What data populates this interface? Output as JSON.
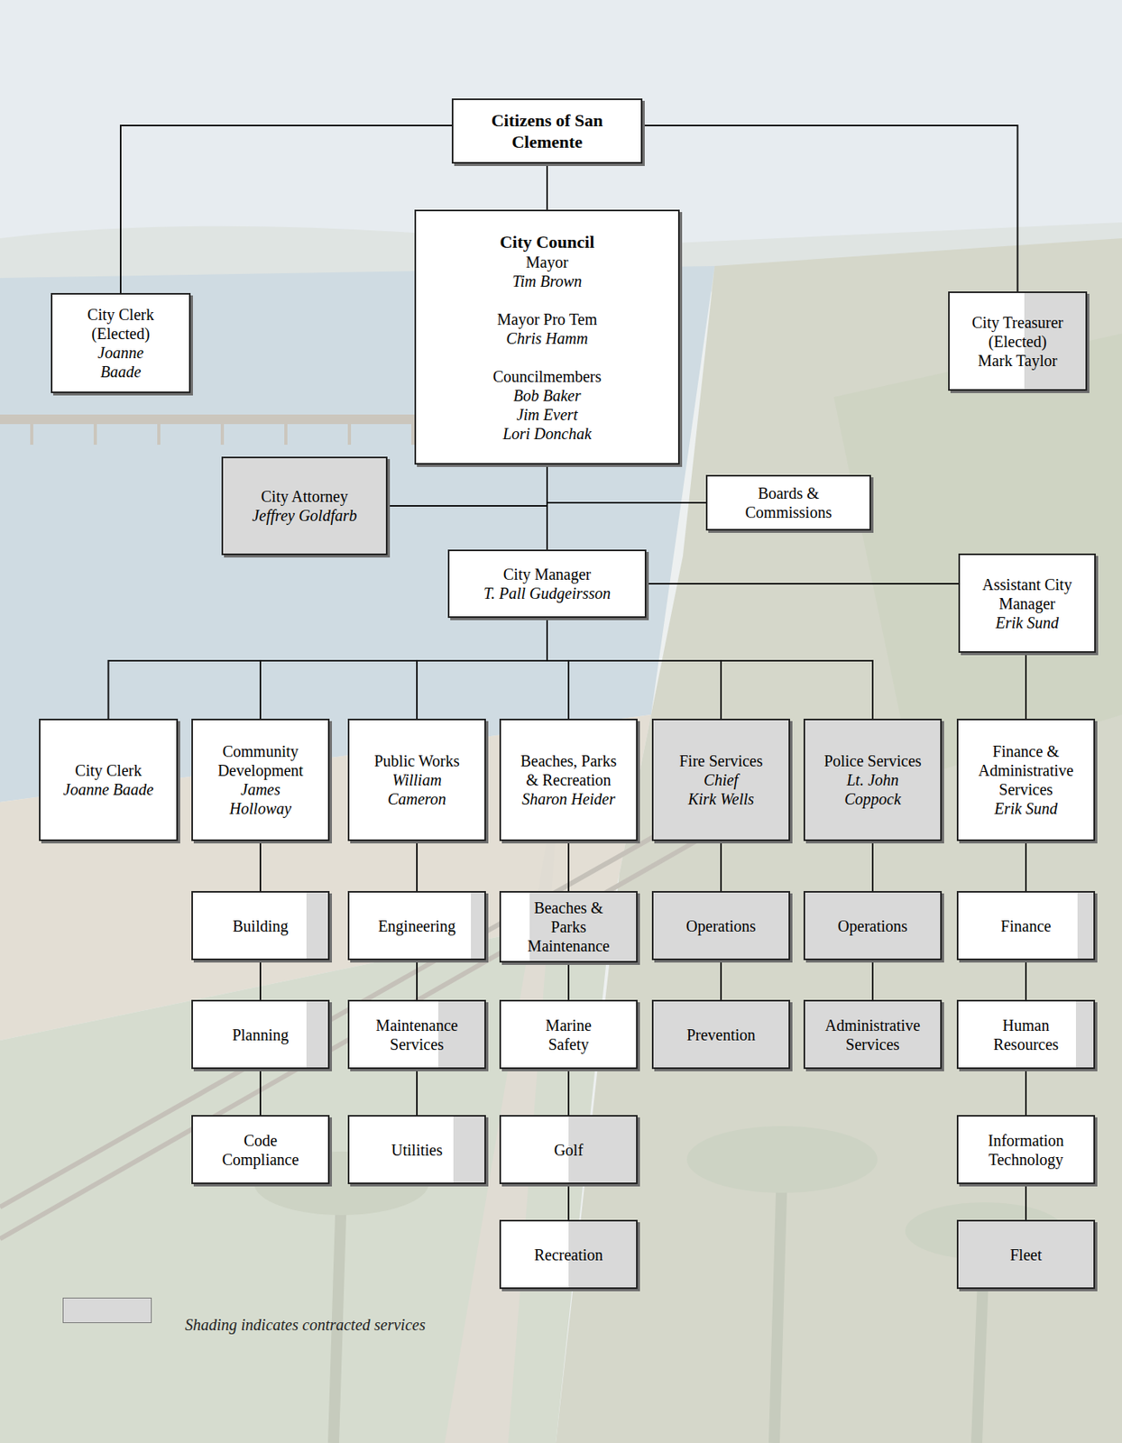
{
  "diagram": {
    "nodes": [
      {
        "text": [
          "Citizens of San Clemente"
        ]
      },
      {
        "text": [
          "City Clerk (Elected)",
          "Joanne Baade"
        ]
      },
      {
        "text": [
          "City Council",
          "Mayor",
          "Tim Brown",
          "Mayor Pro Tem",
          "Chris Hamm",
          "Councilmembers",
          "Bob Baker",
          "Jim Evert",
          "Lori Donchak"
        ]
      },
      {
        "text": [
          "City Treasurer (Elected)",
          "Mark Taylor"
        ]
      },
      {
        "text": [
          "City Attorney",
          "Jeffrey Goldfarb"
        ]
      },
      {
        "text": [
          "Boards & Commissions"
        ]
      },
      {
        "text": [
          "City Manager",
          "T. Pall Gudgeirsson"
        ]
      },
      {
        "text": [
          "Assistant City Manager",
          "Erik Sund"
        ]
      },
      {
        "text": [
          "City Clerk",
          "Joanne Baade"
        ]
      },
      {
        "text": [
          "Community Development",
          "James Holloway"
        ]
      },
      {
        "text": [
          "Public Works",
          "William Cameron"
        ]
      },
      {
        "text": [
          "Beaches, Parks & Recreation",
          "Sharon Heider"
        ]
      },
      {
        "text": [
          "Fire Services",
          "Chief",
          "Kirk Wells"
        ]
      },
      {
        "text": [
          "Police Services",
          "Lt. John Coppock"
        ]
      },
      {
        "text": [
          "Finance & Administrative Services",
          "Erik Sund"
        ]
      },
      {
        "text": [
          "Building"
        ]
      },
      {
        "text": [
          "Planning"
        ]
      },
      {
        "text": [
          "Code Compliance"
        ]
      },
      {
        "text": [
          "Engineering"
        ]
      },
      {
        "text": [
          "Maintenance Services"
        ]
      },
      {
        "text": [
          "Utilities"
        ]
      },
      {
        "text": [
          "Beaches & Parks Maintenance"
        ]
      },
      {
        "text": [
          "Marine Safety"
        ]
      },
      {
        "text": [
          "Golf"
        ]
      },
      {
        "text": [
          "Recreation"
        ]
      },
      {
        "text": [
          "Operations"
        ]
      },
      {
        "text": [
          "Prevention"
        ]
      },
      {
        "text": [
          "Operations"
        ]
      },
      {
        "text": [
          "Administrative Services"
        ]
      },
      {
        "text": [
          "Finance"
        ]
      },
      {
        "text": [
          "Human Resources"
        ]
      },
      {
        "text": [
          "Information Technology"
        ]
      },
      {
        "text": [
          "Fleet"
        ]
      }
    ],
    "edges": [
      {
        "from": 0,
        "to": 1,
        "arrow": "none"
      },
      {
        "from": 0,
        "to": 2,
        "arrow": "none"
      },
      {
        "from": 0,
        "to": 3,
        "arrow": "none"
      },
      {
        "from": 2,
        "to": 4,
        "arrow": "none"
      },
      {
        "from": 2,
        "to": 5,
        "arrow": "none"
      },
      {
        "from": 2,
        "to": 6,
        "arrow": "none"
      },
      {
        "from": 6,
        "to": 7,
        "arrow": "none"
      },
      {
        "from": 6,
        "to": 8,
        "arrow": "none"
      },
      {
        "from": 6,
        "to": 9,
        "arrow": "none"
      },
      {
        "from": 6,
        "to": 10,
        "arrow": "none"
      },
      {
        "from": 6,
        "to": 11,
        "arrow": "none"
      },
      {
        "from": 6,
        "to": 12,
        "arrow": "none"
      },
      {
        "from": 6,
        "to": 13,
        "arrow": "none"
      },
      {
        "from": 7,
        "to": 14,
        "arrow": "none"
      },
      {
        "from": 9,
        "to": 15,
        "arrow": "none"
      },
      {
        "from": 15,
        "to": 16,
        "arrow": "none"
      },
      {
        "from": 16,
        "to": 17,
        "arrow": "none"
      },
      {
        "from": 10,
        "to": 18,
        "arrow": "none"
      },
      {
        "from": 18,
        "to": 19,
        "arrow": "none"
      },
      {
        "from": 19,
        "to": 20,
        "arrow": "none"
      },
      {
        "from": 11,
        "to": 21,
        "arrow": "none"
      },
      {
        "from": 21,
        "to": 22,
        "arrow": "none"
      },
      {
        "from": 22,
        "to": 23,
        "arrow": "none"
      },
      {
        "from": 23,
        "to": 24,
        "arrow": "none"
      },
      {
        "from": 12,
        "to": 25,
        "arrow": "none"
      },
      {
        "from": 25,
        "to": 26,
        "arrow": "none"
      },
      {
        "from": 13,
        "to": 27,
        "arrow": "none"
      },
      {
        "from": 27,
        "to": 28,
        "arrow": "none"
      },
      {
        "from": 14,
        "to": 29,
        "arrow": "none"
      },
      {
        "from": 29,
        "to": 30,
        "arrow": "none"
      },
      {
        "from": 30,
        "to": 31,
        "arrow": "none"
      },
      {
        "from": 31,
        "to": 32,
        "arrow": "none"
      }
    ],
    "legend": [
      {
        "text": "Shading indicates contracted services",
        "color": "#d9d9d9"
      }
    ]
  }
}
